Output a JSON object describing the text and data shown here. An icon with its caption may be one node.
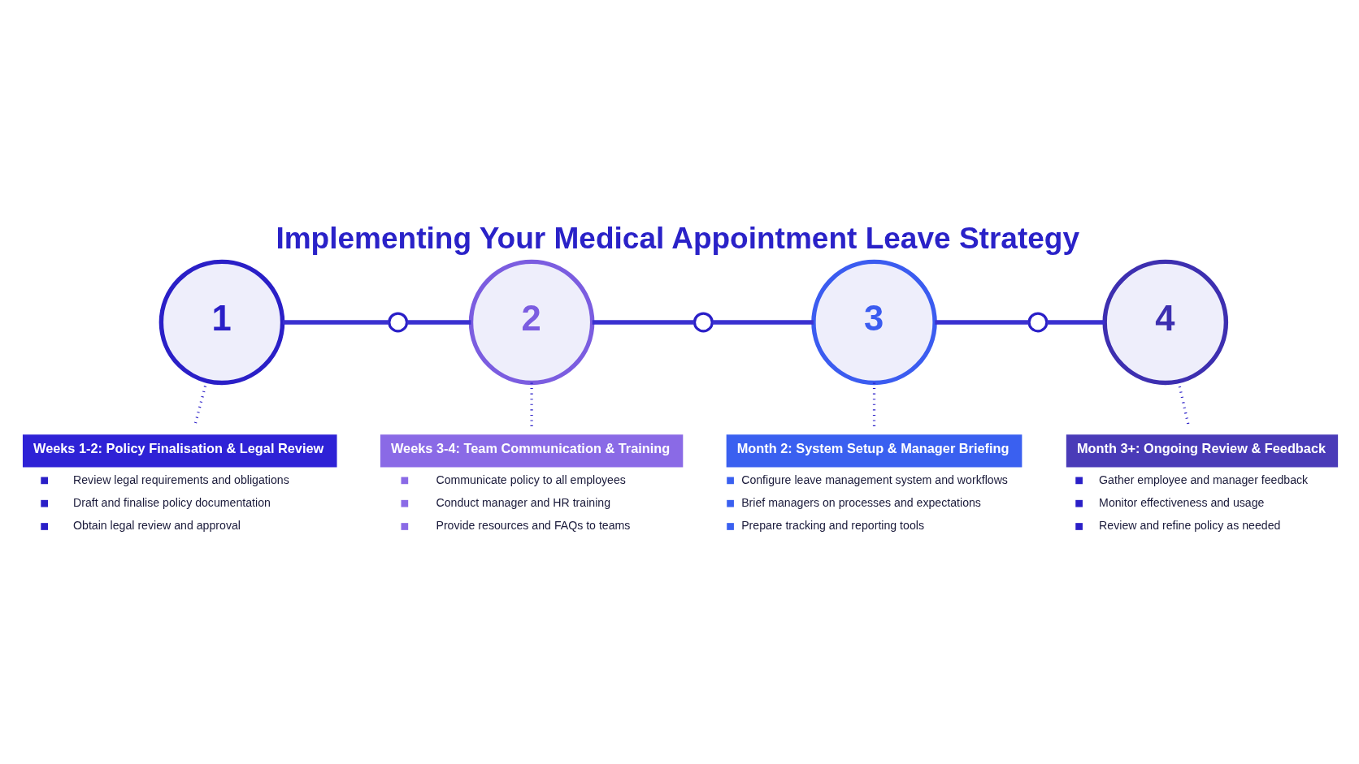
{
  "diagram": {
    "title": "Implementing Your Medical Appointment Leave Strategy",
    "nodes": [
      {
        "text": [
          "1"
        ]
      },
      {
        "text": [],
        "shape": "circle"
      },
      {
        "text": [
          "2"
        ]
      },
      {
        "text": [],
        "shape": "circle"
      },
      {
        "text": [
          "3"
        ]
      },
      {
        "text": [],
        "shape": "circle"
      },
      {
        "text": [
          "4"
        ]
      },
      {
        "text": [
          "Weeks 1-2: Policy Finalisation & Legal Review",
          "Review legal requirements and obligations",
          "Draft and finalise policy documentation",
          "Obtain legal review and approval"
        ]
      },
      {
        "text": [
          "Weeks 3-4: Team Communication & Training",
          "Communicate policy to all employees",
          "Conduct manager and HR training",
          "Provide resources and FAQs to teams"
        ]
      },
      {
        "text": [
          "Month 2: System Setup & Manager Briefing",
          "Configure leave management system and workflows",
          "Brief managers on processes and expectations",
          "Prepare tracking and reporting tools"
        ]
      },
      {
        "text": [
          "Month 3+: Ongoing Review & Feedback",
          "Gather employee and manager feedback",
          "Monitor effectiveness and usage",
          "Review and refine policy as needed"
        ]
      }
    ],
    "edges": [
      {
        "from": 0,
        "to": 1,
        "arrow": "none"
      },
      {
        "from": 1,
        "to": 2,
        "arrow": "none"
      },
      {
        "from": 2,
        "to": 3,
        "arrow": "none"
      },
      {
        "from": 3,
        "to": 4,
        "arrow": "none"
      },
      {
        "from": 4,
        "to": 5,
        "arrow": "none"
      },
      {
        "from": 5,
        "to": 6,
        "arrow": "none"
      },
      {
        "from": 0,
        "to": 7,
        "arrow": "none",
        "style": "dashed"
      },
      {
        "from": 2,
        "to": 8,
        "arrow": "none",
        "style": "dashed"
      },
      {
        "from": 4,
        "to": 9,
        "arrow": "none",
        "style": "dashed"
      },
      {
        "from": 6,
        "to": 10,
        "arrow": "none",
        "style": "dashed"
      }
    ]
  }
}
